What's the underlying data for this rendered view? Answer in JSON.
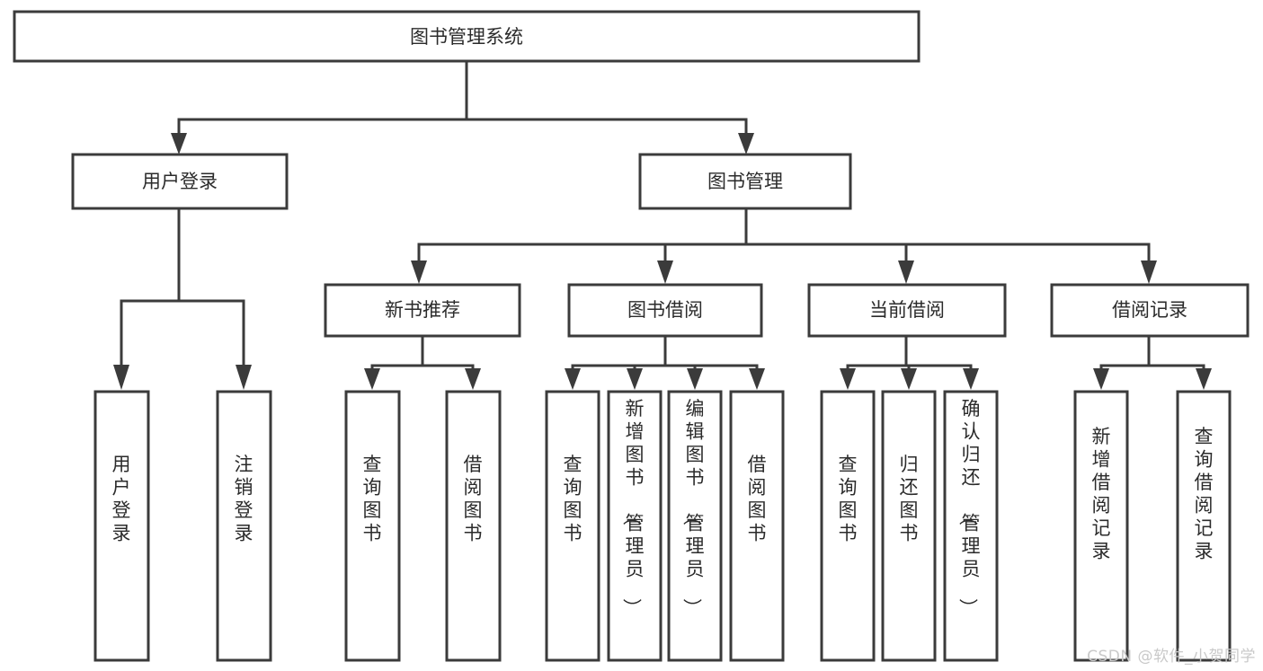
{
  "diagram": {
    "title": "图书管理系统",
    "type": "tree-hierarchy-chart",
    "root": {
      "label": "图书管理系统"
    },
    "level1": [
      {
        "label": "用户登录"
      },
      {
        "label": "图书管理"
      }
    ],
    "level2": [
      {
        "label": "新书推荐"
      },
      {
        "label": "图书借阅"
      },
      {
        "label": "当前借阅"
      },
      {
        "label": "借阅记录"
      }
    ],
    "leaves": {
      "user_login": [
        {
          "label": "用户登录"
        },
        {
          "label": "注销登录"
        }
      ],
      "new_book_recommend": [
        {
          "label": "查询图书"
        },
        {
          "label": "借阅图书"
        }
      ],
      "book_borrow": [
        {
          "label": "查询图书"
        },
        {
          "label": "新增图书（管理员）"
        },
        {
          "label": "编辑图书（管理员）"
        },
        {
          "label": "借阅图书"
        }
      ],
      "current_borrow": [
        {
          "label": "查询图书"
        },
        {
          "label": "归还图书"
        },
        {
          "label": "确认归还（管理员）"
        }
      ],
      "borrow_record": [
        {
          "label": "新增借阅记录"
        },
        {
          "label": "查询借阅记录"
        }
      ]
    }
  },
  "watermark": {
    "text": "CSDN @软件_小贺同学"
  },
  "colors": {
    "box_stroke": "#3b3b3b",
    "box_fill": "#ffffff",
    "text": "#2b2b2b",
    "background": "#ffffff",
    "watermark": "#c9c9c9"
  }
}
